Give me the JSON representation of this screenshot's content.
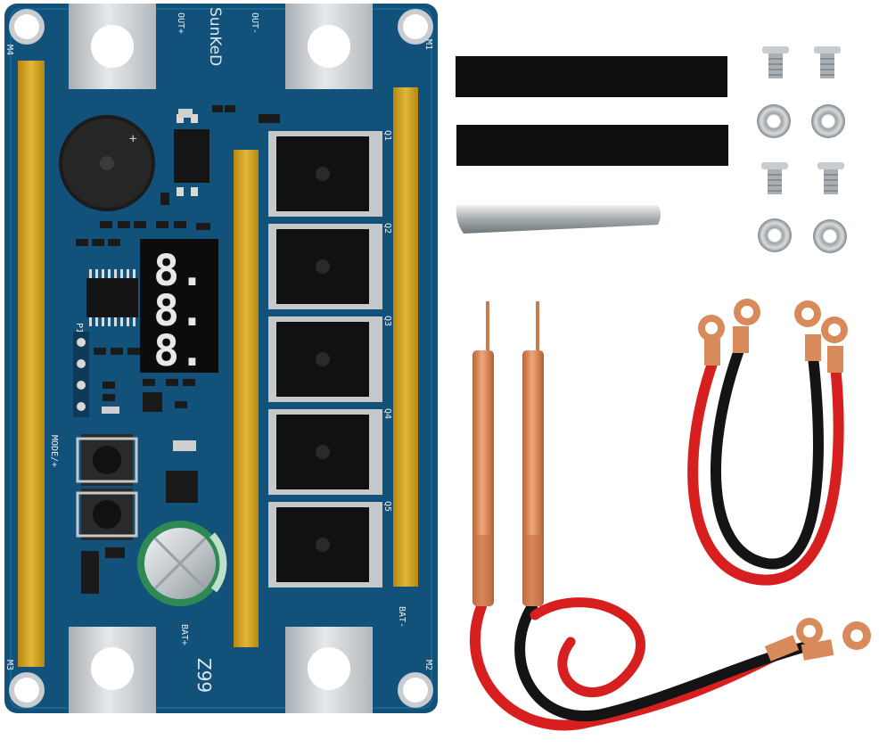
{
  "board": {
    "brand": "SunKeD",
    "model": "Z99",
    "display_digits": "8.8.8.",
    "labels": {
      "out_plus": "OUT+",
      "out_minus": "OUT-",
      "bat_plus": "BAT+",
      "bat_minus": "BAT-",
      "mode": "MODE/+",
      "header": "P1",
      "m1": "M1",
      "m2": "M2",
      "m3": "M3",
      "m4": "M4",
      "q1": "Q1",
      "q2": "Q2",
      "q3": "Q3",
      "q4": "Q4",
      "q5": "Q5"
    }
  },
  "colors": {
    "pcb": "#12517a",
    "pcb_dark": "#0d3f60",
    "copper_strip": "#d4a51c",
    "terminal": "#c9cdd0",
    "mosfet": "#111111",
    "display_red": "#e8e8e8",
    "wire_red": "#d81f1f",
    "wire_black": "#141414",
    "copper": "#d98a5a"
  },
  "accessories": {
    "heat_shrink_tubes": 2,
    "screws": 4,
    "nuts": 4,
    "clip": 1,
    "welding_pens": 2,
    "ring_terminal_cables": 2
  }
}
